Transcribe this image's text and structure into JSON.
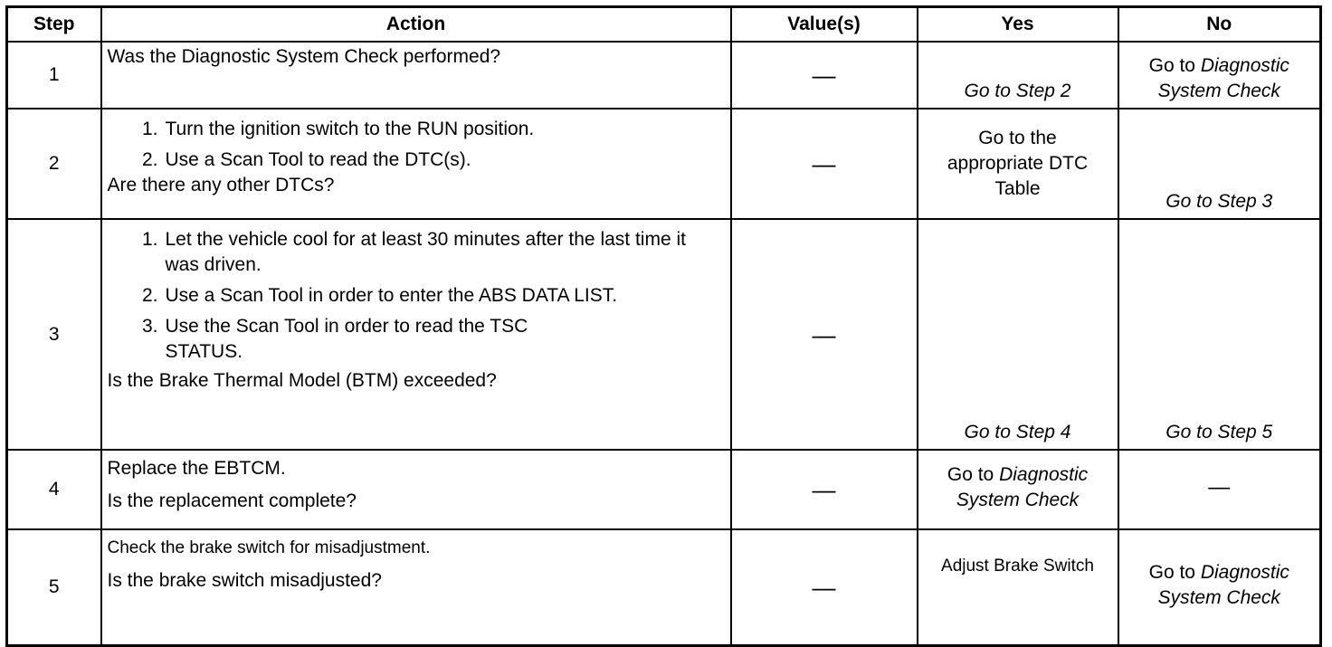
{
  "headers": {
    "step": "Step",
    "action": "Action",
    "values": "Value(s)",
    "yes": "Yes",
    "no": "No"
  },
  "rows": [
    {
      "step": "1",
      "action_lines": [
        "Was the Diagnostic System Check performed?"
      ],
      "value": "—",
      "yes": "Go to Step 2",
      "no_prefix": "Go to",
      "no_italic": "Diagnostic System Check"
    },
    {
      "step": "2",
      "items": [
        "Turn the ignition switch to the RUN position.",
        "Use a Scan Tool to read the DTC(s)."
      ],
      "item_nums": [
        "1.",
        "2."
      ],
      "question": "Are there any other DTCs?",
      "value": "—",
      "yes": "Go to the appropriate DTC Table",
      "no": "Go to Step 3"
    },
    {
      "step": "3",
      "items": [
        "Let the vehicle cool for at least 30 minutes after the last time it was driven.",
        "Use a Scan Tool in order to enter the ABS DATA LIST.",
        "Use the Scan Tool in order to read the TSC STATUS."
      ],
      "item_nums": [
        "1.",
        "2.",
        "3."
      ],
      "question": "Is the Brake Thermal Model (BTM) exceeded?",
      "value": "—",
      "yes": "Go to Step 4",
      "no": "Go to Step 5"
    },
    {
      "step": "4",
      "action_lines": [
        "Replace the EBTCM.",
        "Is the replacement complete?"
      ],
      "value": "—",
      "yes_prefix": "Go to",
      "yes_italic": "Diagnostic System Check",
      "no": "—"
    },
    {
      "step": "5",
      "action_lines": [
        "Check the brake switch for misadjustment.",
        "Is the brake switch misadjusted?"
      ],
      "value": "—",
      "yes": "Adjust Brake Switch",
      "no_prefix": "Go to",
      "no_italic": "Diagnostic System Check"
    }
  ]
}
